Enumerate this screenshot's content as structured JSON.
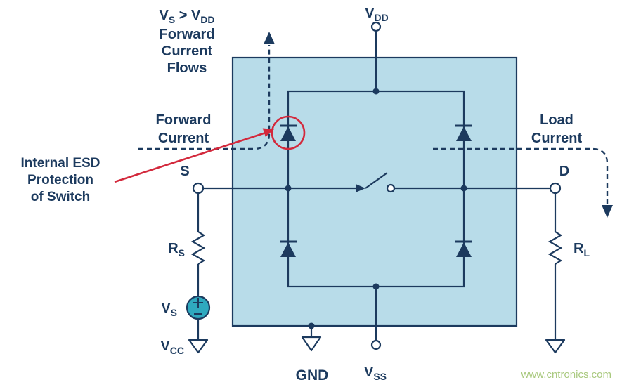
{
  "colors": {
    "line": "#1c3a5e",
    "box": "#b8dce9",
    "red": "#d3293c",
    "teal": "#2fa9bf",
    "watermark": "#a9c97e"
  },
  "annotations": {
    "condition": {
      "v1": "V",
      "v1_sub": "S",
      "rel": " > V",
      "v2_sub": "DD"
    },
    "condition_lines": [
      "Forward",
      "Current",
      "Flows"
    ],
    "forward_current_lines": [
      "Forward",
      "Current"
    ],
    "load_current_lines": [
      "Load",
      "Current"
    ],
    "esd_note_lines": [
      "Internal ESD",
      "Protection",
      "of Switch"
    ]
  },
  "labels": {
    "vdd": {
      "m": "V",
      "s": "DD"
    },
    "vss": {
      "m": "V",
      "s": "SS"
    },
    "vs": {
      "m": "V",
      "s": "S"
    },
    "vcc": {
      "m": "V",
      "s": "CC"
    },
    "rs": {
      "m": "R",
      "s": "S"
    },
    "rl": {
      "m": "R",
      "s": "L"
    },
    "s_terminal": "S",
    "d_terminal": "D",
    "gnd": "GND"
  },
  "watermark": "www.cntronics.com"
}
